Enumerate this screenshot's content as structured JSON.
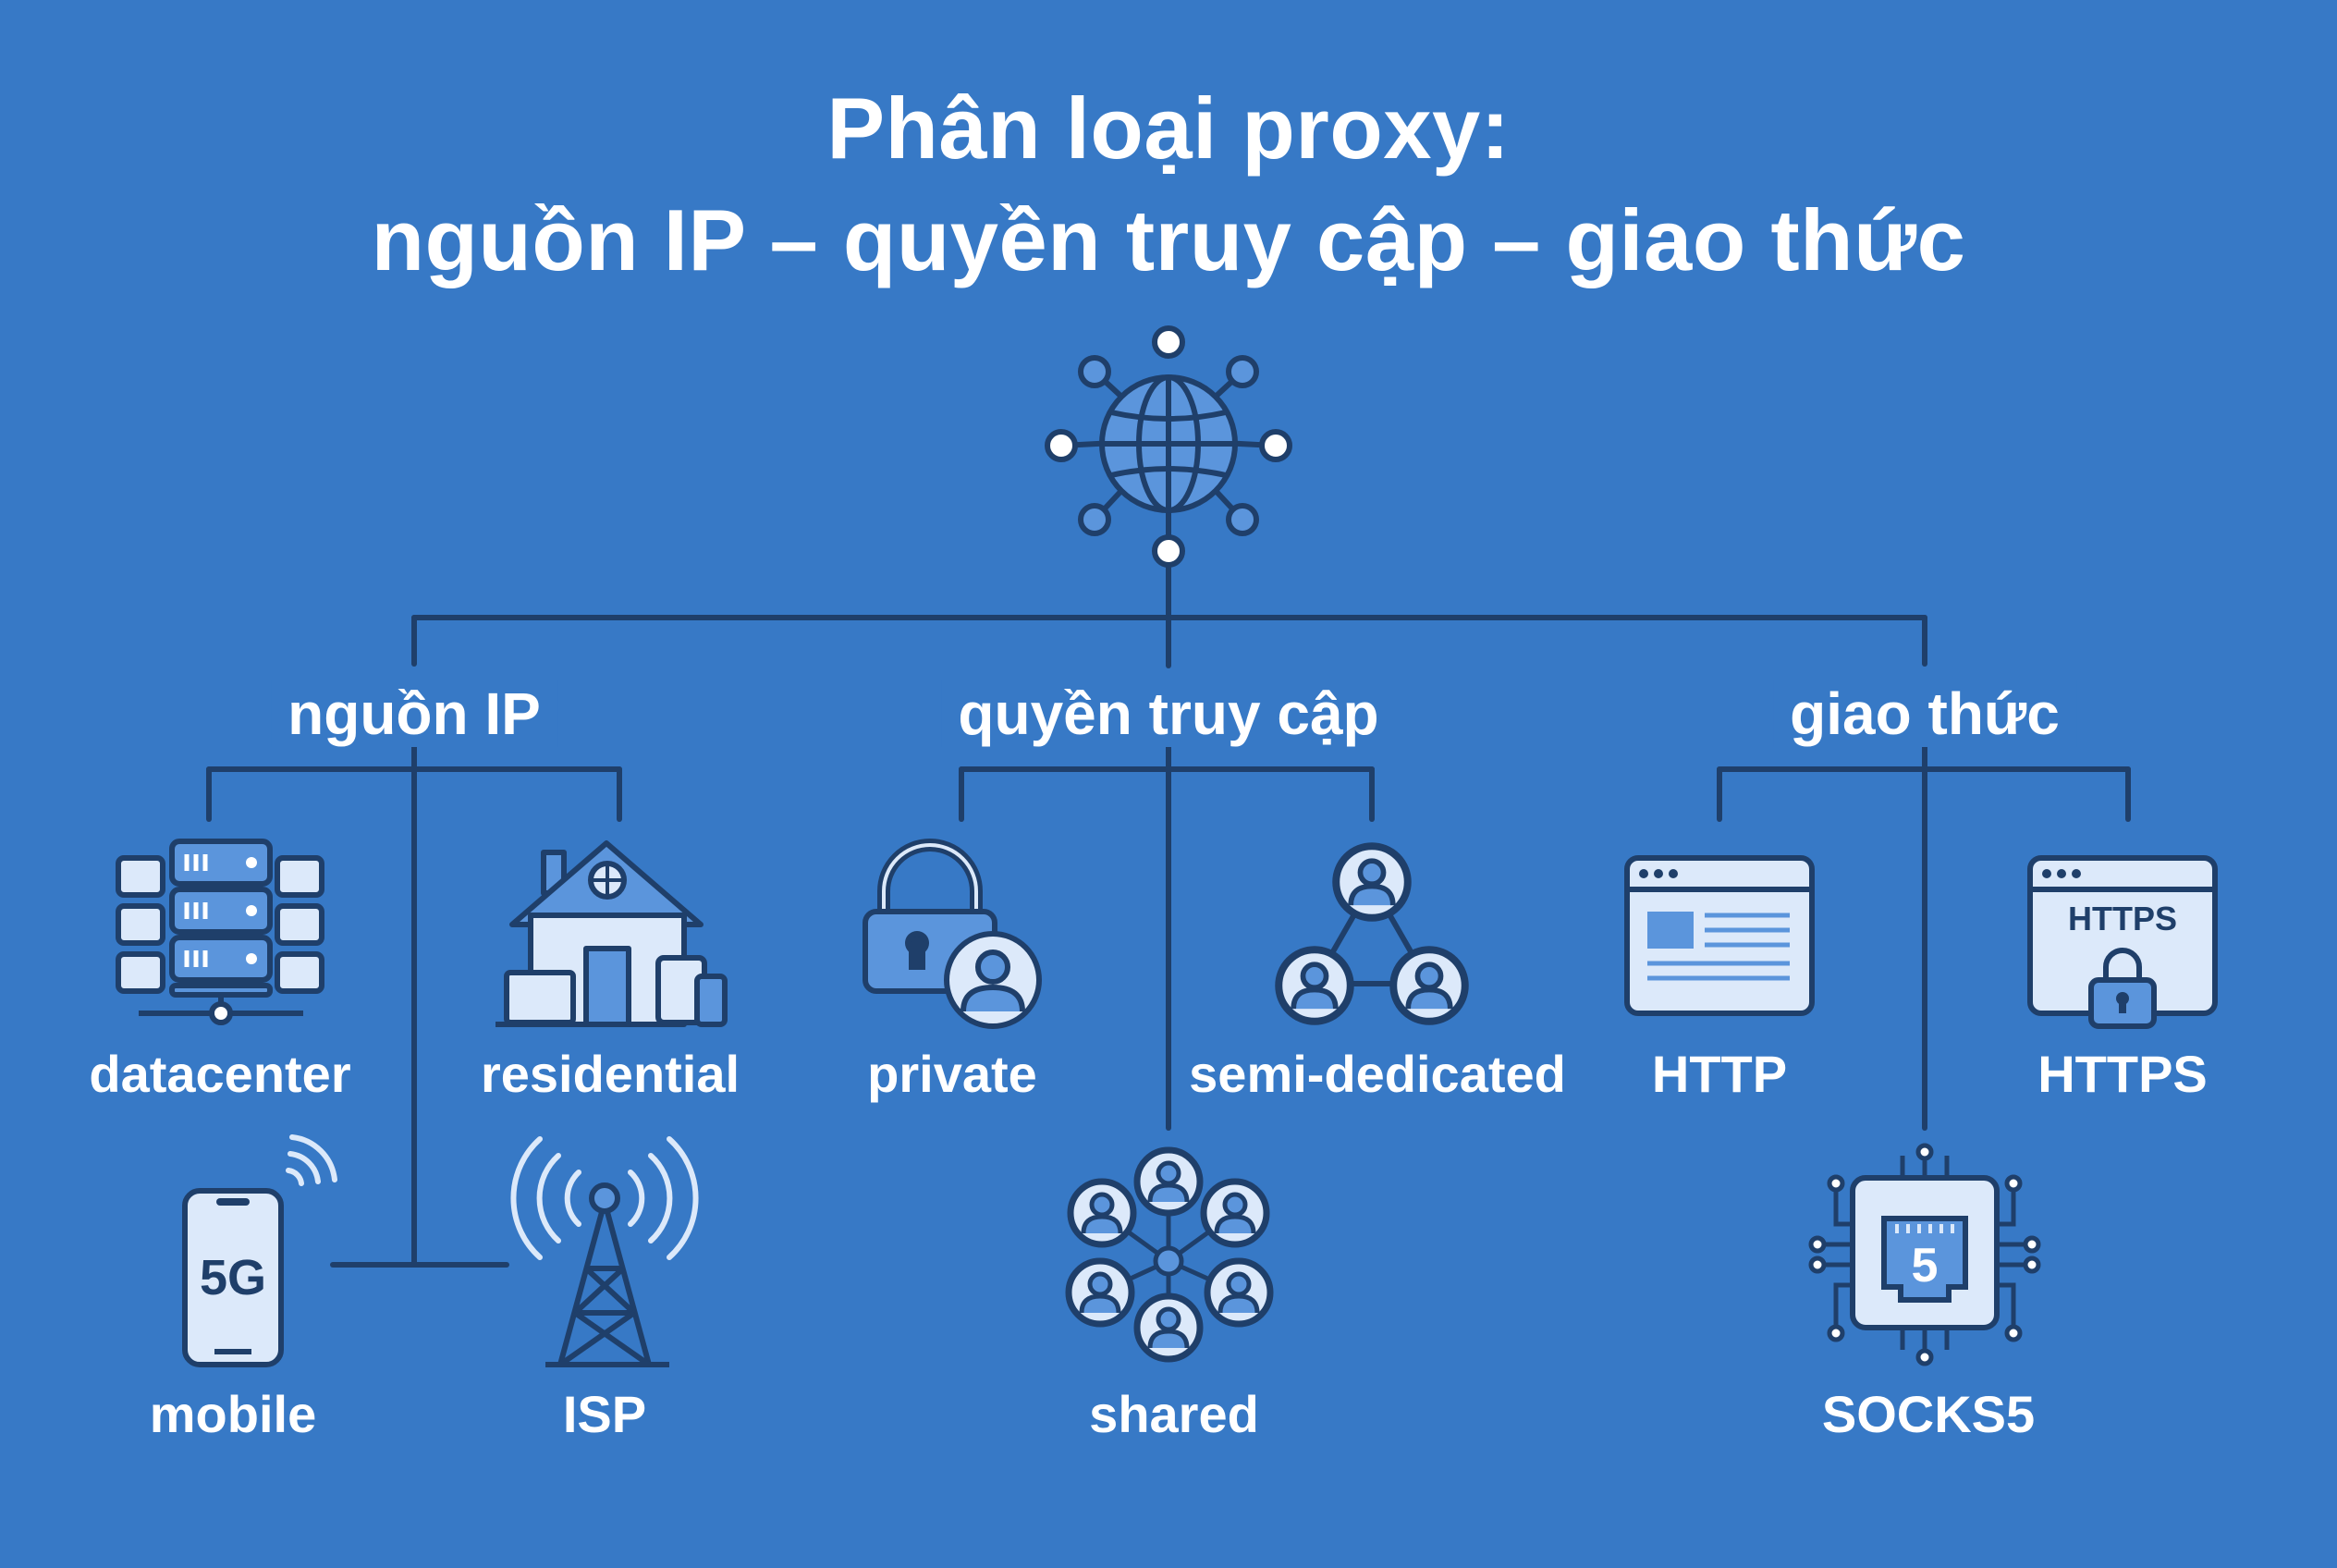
{
  "title": {
    "line1": "Phân loại proxy:",
    "line2": "nguồn IP – quyền truy cập – giao thức"
  },
  "root": {
    "icon": "globe-network-icon"
  },
  "categories": [
    {
      "label": "nguồn IP",
      "items": [
        {
          "label": "datacenter",
          "icon": "server-rack-icon"
        },
        {
          "label": "residential",
          "icon": "house-devices-icon"
        },
        {
          "label": "mobile",
          "icon": "smartphone-5g-icon",
          "icon_text": "5G"
        },
        {
          "label": "ISP",
          "icon": "cell-tower-icon"
        }
      ]
    },
    {
      "label": "quyền truy cập",
      "items": [
        {
          "label": "private",
          "icon": "lock-user-icon"
        },
        {
          "label": "semi-dedicated",
          "icon": "user-triangle-icon"
        },
        {
          "label": "shared",
          "icon": "user-cluster-icon"
        }
      ]
    },
    {
      "label": "giao thức",
      "items": [
        {
          "label": "HTTP",
          "icon": "browser-window-icon"
        },
        {
          "label": "HTTPS",
          "icon": "secure-browser-icon",
          "icon_text": "HTTPS"
        },
        {
          "label": "SOCKS5",
          "icon": "socket-chip-icon",
          "icon_text": "5"
        }
      ]
    }
  ],
  "colors": {
    "background": "#3779c6",
    "line": "#1f3f6a",
    "icon_fill": "#dce9fa",
    "icon_accent": "#5b95dc",
    "text": "#ffffff"
  }
}
